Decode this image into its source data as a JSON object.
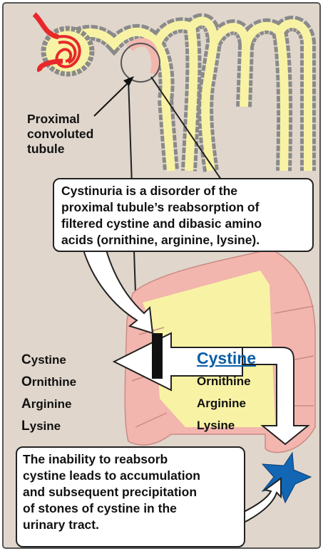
{
  "labels": {
    "proximal": [
      "Proximal",
      "convoluted",
      "tubule"
    ]
  },
  "callout_top": {
    "lines": [
      "Cystinuria is a disorder of the",
      "proximal tubule’s reabsorption of",
      "filtered cystine and dibasic amino",
      "acids (ornithine, arginine, lysine)."
    ]
  },
  "callout_bottom": {
    "lines": [
      "The inability to reabsorb",
      "cystine leads to accumulation",
      "and subsequent precipitation",
      "of stones of cystine in the",
      "urinary tract."
    ]
  },
  "reabsorbed_list": [
    {
      "initial": "C",
      "rest": "ystine"
    },
    {
      "initial": "O",
      "rest": "rnithine"
    },
    {
      "initial": "A",
      "rest": "rginine"
    },
    {
      "initial": "L",
      "rest": "ysine"
    }
  ],
  "lumen_list": {
    "highlight": "Cystine",
    "others": [
      "Ornithine",
      "Arginine",
      "Lysine"
    ]
  },
  "colors": {
    "background": "#e0d6cc",
    "tubule_fill": "#f8f3a4",
    "tubule_wall": "#9a9a9a",
    "cell_pink": "#f2b6ae",
    "glomerulus_red": "#e8282b",
    "stone_blue": "#1266b3",
    "highlight_text": "#0b5ea8"
  }
}
